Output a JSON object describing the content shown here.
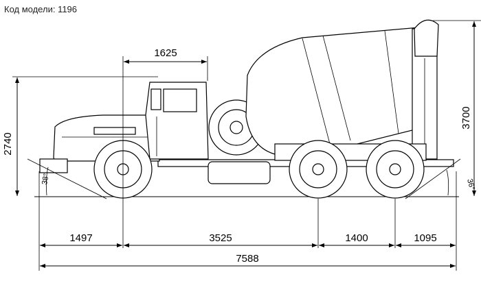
{
  "model_label": "Код модели: 1196",
  "dimensions": {
    "cab_length": "1625",
    "height_cab": "2740",
    "height_total": "3700",
    "front_overhang": "1497",
    "wheelbase_front": "3525",
    "wheelbase_rear": "1400",
    "rear_overhang": "1095",
    "total_length": "7588",
    "approach_angle": "38°",
    "departure_angle": "36°"
  }
}
